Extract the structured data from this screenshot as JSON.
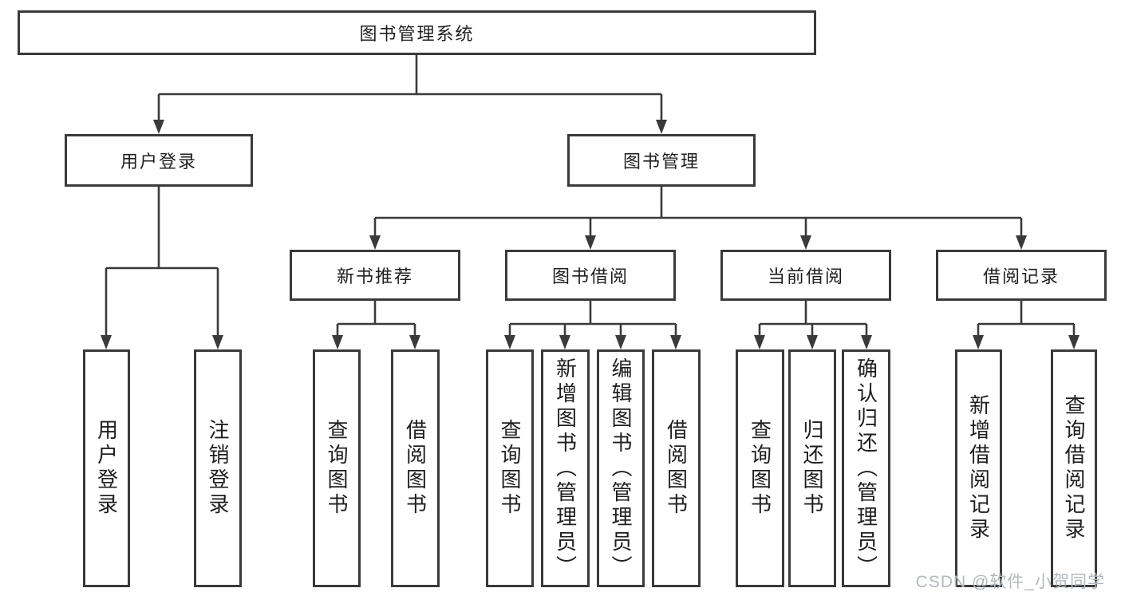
{
  "nodes": {
    "root": {
      "label": "图书管理系统"
    },
    "level2": [
      {
        "label": "用户登录"
      },
      {
        "label": "图书管理"
      }
    ],
    "level3": [
      {
        "label": "新书推荐"
      },
      {
        "label": "图书借阅"
      },
      {
        "label": "当前借阅"
      },
      {
        "label": "借阅记录"
      }
    ],
    "leaves": [
      {
        "label": "用户登录"
      },
      {
        "label": "注销登录"
      },
      {
        "label": "查询图书"
      },
      {
        "label": "借阅图书"
      },
      {
        "label": "查询图书"
      },
      {
        "label": "新增图书（管理员）"
      },
      {
        "label": "编辑图书（管理员）"
      },
      {
        "label": "借阅图书"
      },
      {
        "label": "查询图书"
      },
      {
        "label": "归还图书"
      },
      {
        "label": "确认归还（管理员）"
      },
      {
        "label": "新增借阅记录"
      },
      {
        "label": "查询借阅记录"
      }
    ]
  },
  "watermark": {
    "text": "CSDN @软件_小贺同学"
  },
  "colors": {
    "line": "#3a3a3a",
    "text": "#1e1e1e",
    "box_background": "#ffffff",
    "watermark": "#b3b9be"
  }
}
